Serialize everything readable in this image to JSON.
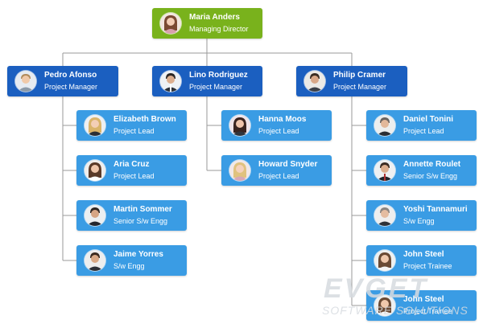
{
  "org": {
    "root": {
      "name": "Maria Anders",
      "title": "Managing Director"
    },
    "managers": [
      {
        "name": "Pedro Afonso",
        "title": "Project Manager"
      },
      {
        "name": "Lino Rodriguez",
        "title": "Project Manager"
      },
      {
        "name": "Philip Cramer",
        "title": "Project Manager"
      }
    ],
    "team_pedro": [
      {
        "name": "Elizabeth Brown",
        "title": "Project Lead"
      },
      {
        "name": "Aria Cruz",
        "title": "Project Lead"
      },
      {
        "name": "Martin Sommer",
        "title": "Senior S/w Engg"
      },
      {
        "name": "Jaime Yorres",
        "title": "S/w Engg"
      }
    ],
    "team_lino": [
      {
        "name": "Hanna Moos",
        "title": "Project Lead"
      },
      {
        "name": "Howard Snyder",
        "title": "Project Lead"
      }
    ],
    "team_philip": [
      {
        "name": "Daniel Tonini",
        "title": "Project Lead"
      },
      {
        "name": "Annette Roulet",
        "title": "Senior S/w Engg"
      },
      {
        "name": "Yoshi Tannamuri",
        "title": "S/w Engg"
      },
      {
        "name": "John Steel",
        "title": "Project Trainee"
      },
      {
        "name": "John Steel",
        "title": "Project Trainee"
      }
    ]
  },
  "watermark": {
    "line1": "EVGET",
    "line2": "SOFTWARE SOLUTIONS"
  },
  "colors": {
    "root": "#79b21c",
    "manager": "#1b5fc0",
    "member": "#3a9ce4",
    "connector": "#9a9a9a"
  }
}
